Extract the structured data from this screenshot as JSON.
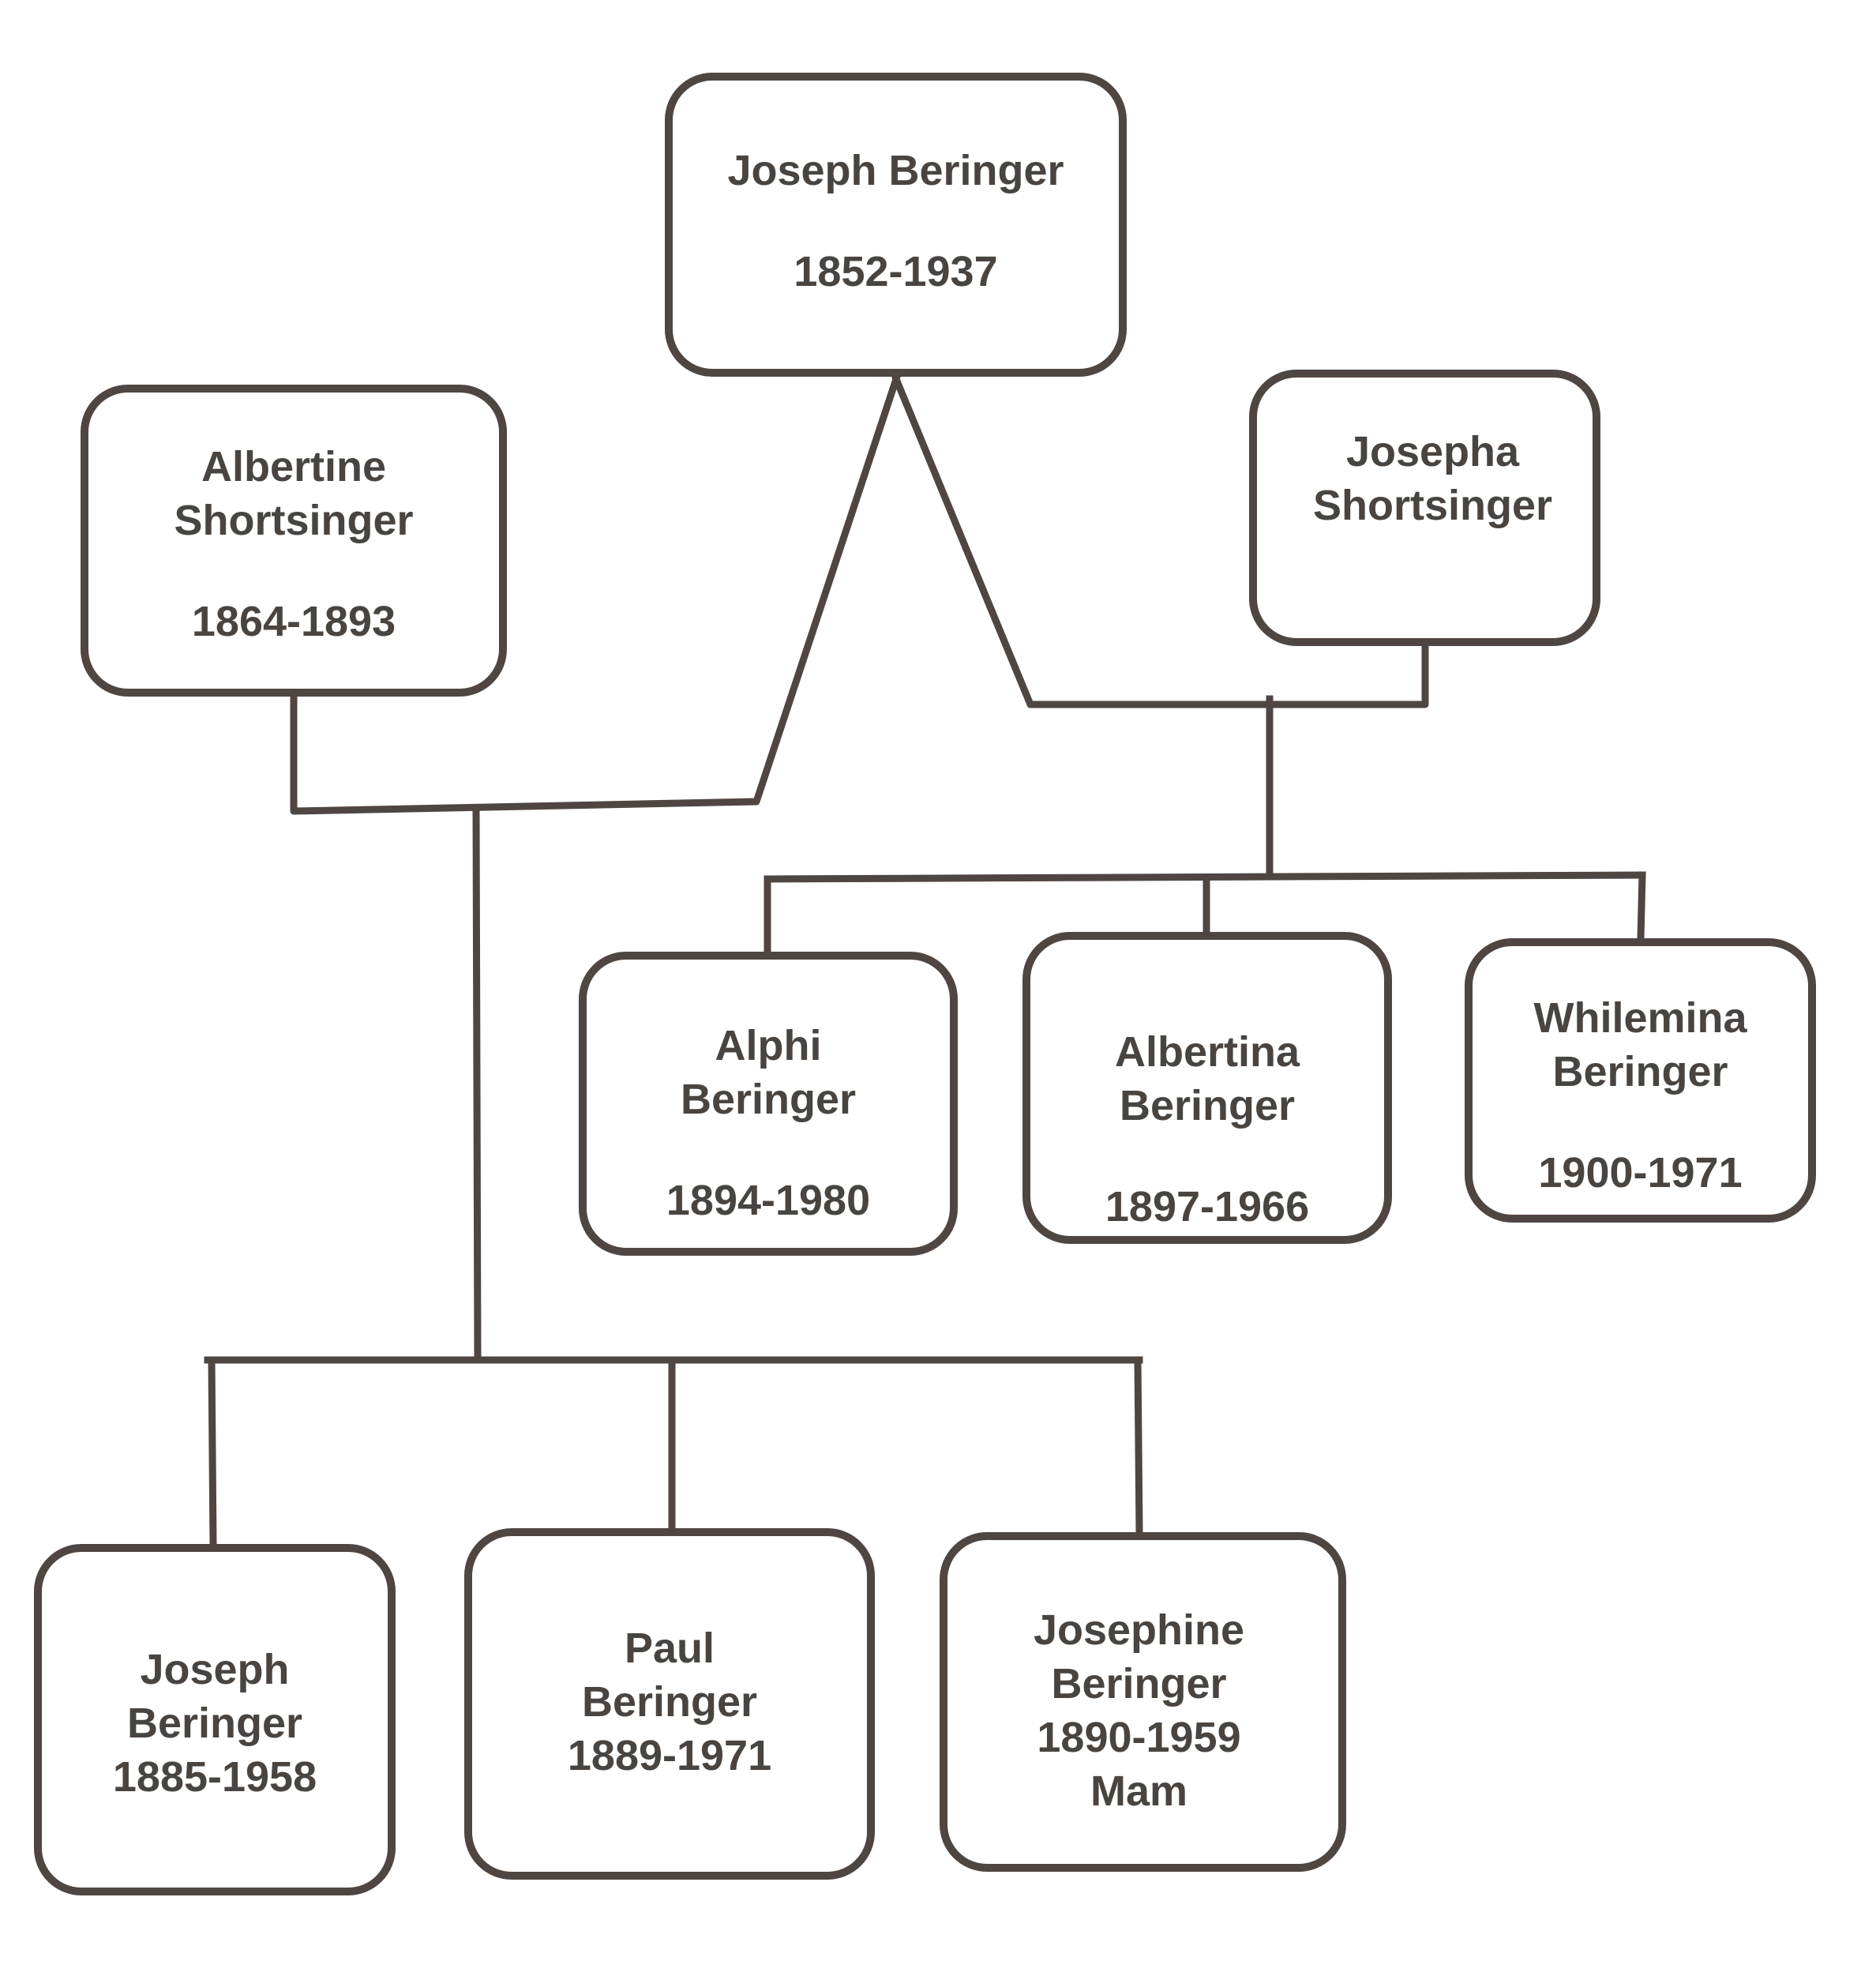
{
  "diagram": {
    "people": {
      "joseph_sr": {
        "name": [
          "Joseph Beringer"
        ],
        "years": "1852-1937"
      },
      "albertine": {
        "name": [
          "Albertine",
          "Shortsinger"
        ],
        "years": "1864-1893"
      },
      "josepha": {
        "name": [
          "Josepha",
          "Shortsinger"
        ],
        "years": ""
      },
      "alphi": {
        "name": [
          "Alphi",
          "Beringer"
        ],
        "years": "1894-1980"
      },
      "albertina": {
        "name": [
          "Albertina",
          "Beringer"
        ],
        "years": "1897-1966"
      },
      "whilemina": {
        "name": [
          "Whilemina",
          "Beringer"
        ],
        "years": "1900-1971"
      },
      "joseph_jr": {
        "name": [
          "Joseph",
          "Beringer"
        ],
        "years": "1885-1958"
      },
      "paul": {
        "name": [
          "Paul",
          "Beringer"
        ],
        "years": "1889-1971"
      },
      "josephine": {
        "name": [
          "Josephine",
          "Beringer"
        ],
        "years": "1890-1959",
        "note": "Mam"
      }
    }
  }
}
